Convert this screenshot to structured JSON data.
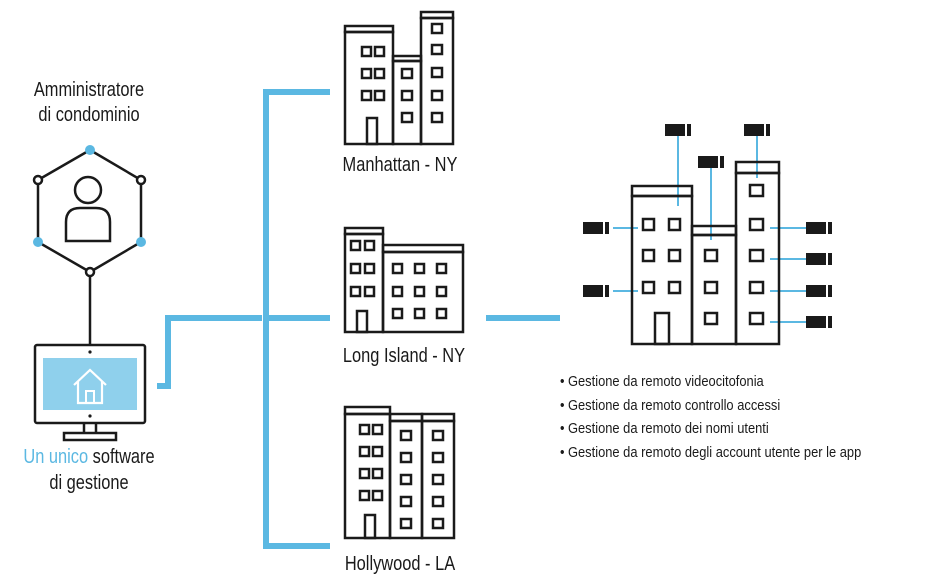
{
  "admin": {
    "line1": "Amministratore",
    "line2": "di condominio"
  },
  "software": {
    "highlight": "Un unico",
    "rest": " software",
    "line2": "di gestione"
  },
  "buildings": {
    "manhattan": "Manhattan - NY",
    "long_island": "Long Island - NY",
    "hollywood": "Hollywood - LA"
  },
  "features": [
    "Gestione da remoto videocitofonia",
    "Gestione da remoto controllo accessi",
    "Gestione da remoto dei nomi utenti",
    "Gestione da remoto degli account utente per le app"
  ],
  "icons": {
    "admin": "user-hexagon-icon",
    "monitor": "monitor-home-icon",
    "buildings": "building-icon",
    "cameras": "camera-icon"
  },
  "colors": {
    "accent": "#5bb8e2",
    "stroke": "#1a1a1a",
    "screen": "#8fd0ec"
  }
}
